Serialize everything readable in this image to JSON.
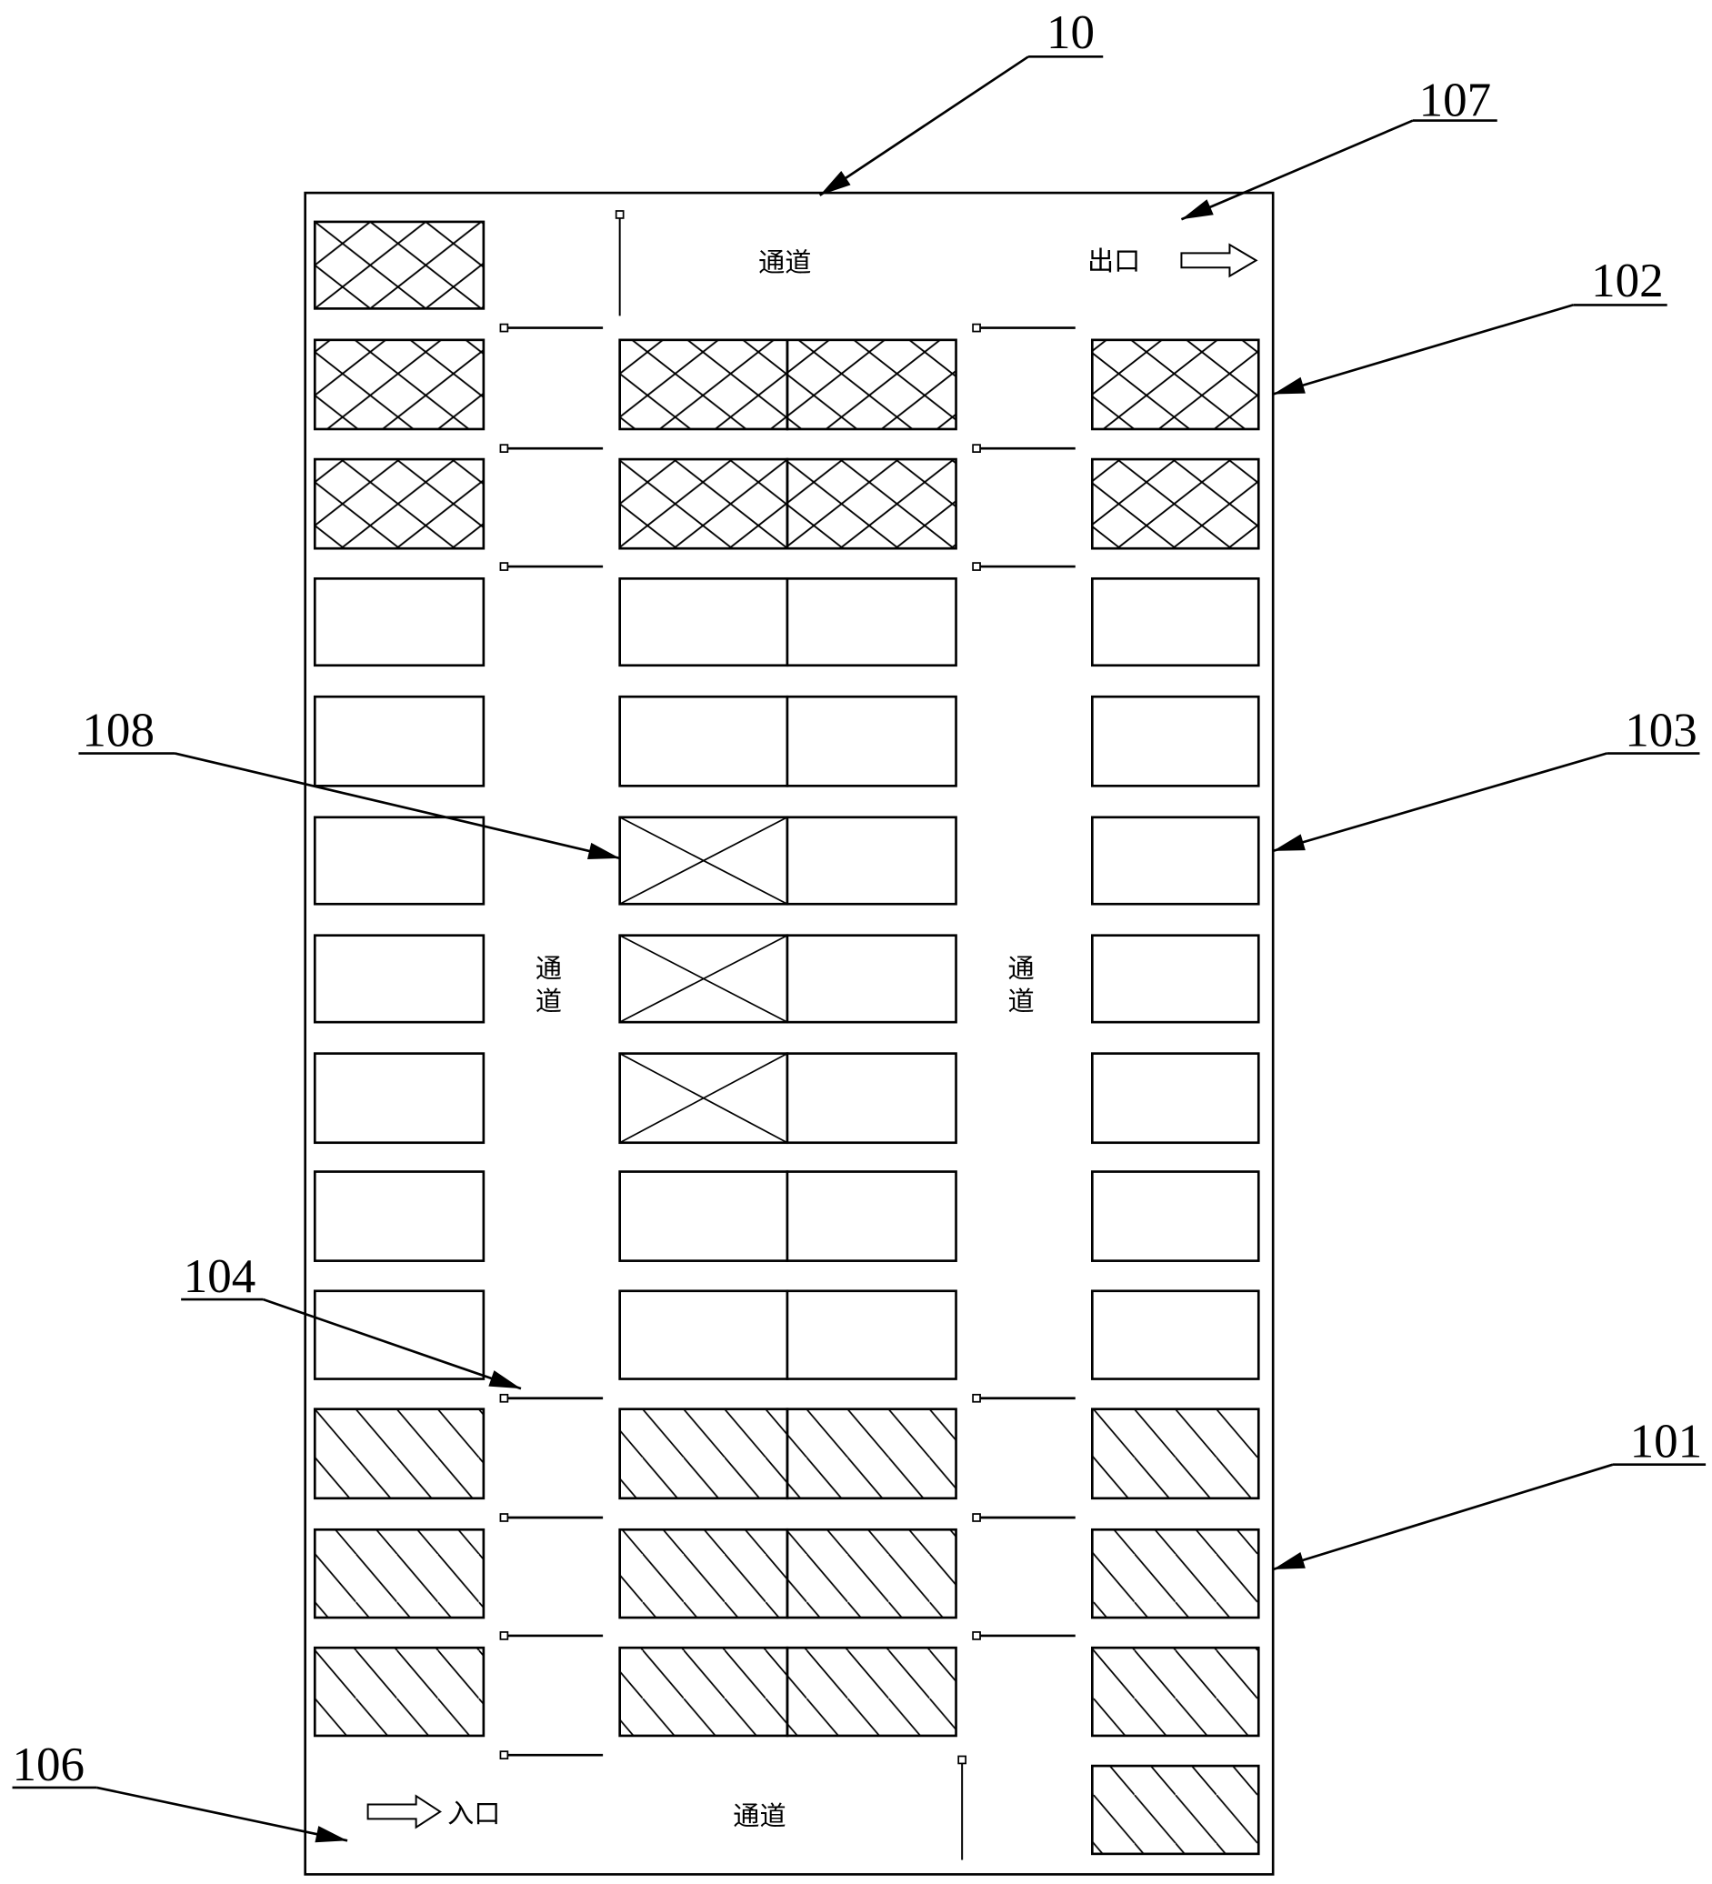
{
  "labels": {
    "plan": "10",
    "entry_side_slot": "101",
    "exit_side_slot": "102",
    "middle_slot": "103",
    "gate": "104",
    "entrance_marker": "106",
    "exit_marker": "107",
    "x_slot": "108"
  },
  "text": {
    "top_passage": "通道",
    "exit": "出口",
    "left_passage_1": "通",
    "left_passage_2": "道",
    "right_passage_1": "通",
    "right_passage_2": "道",
    "entrance": "入口",
    "bottom_passage": "通道"
  },
  "colors": {
    "line": "#000000",
    "background": "#ffffff"
  }
}
